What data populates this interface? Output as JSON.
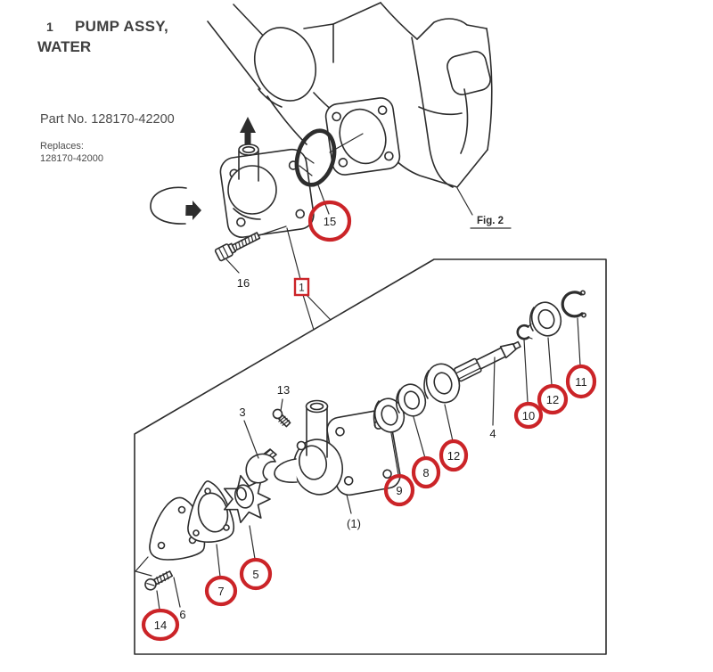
{
  "header": {
    "item_number": "1",
    "title_line1": "PUMP ASSY,",
    "title_line2": "WATER",
    "part_no": "Part No. 128170-42200",
    "replaces_label": "Replaces:",
    "replaces_value": "128170-42000"
  },
  "figure": {
    "fig_reference": "Fig. 2",
    "colors": {
      "callout_red": "#cb2428",
      "line": "#2d2d2d"
    },
    "boxed_callout": "1",
    "circled": {
      "c15": "15",
      "c5": "5",
      "c7": "7",
      "c14": "14",
      "c9": "9",
      "c8": "8",
      "c12a": "12",
      "c10": "10",
      "c12b": "12",
      "c11": "11"
    },
    "plain": {
      "l16": "16",
      "l13": "13",
      "l3": "3",
      "l6": "6",
      "l4": "4",
      "l1sub": "(1)"
    }
  }
}
